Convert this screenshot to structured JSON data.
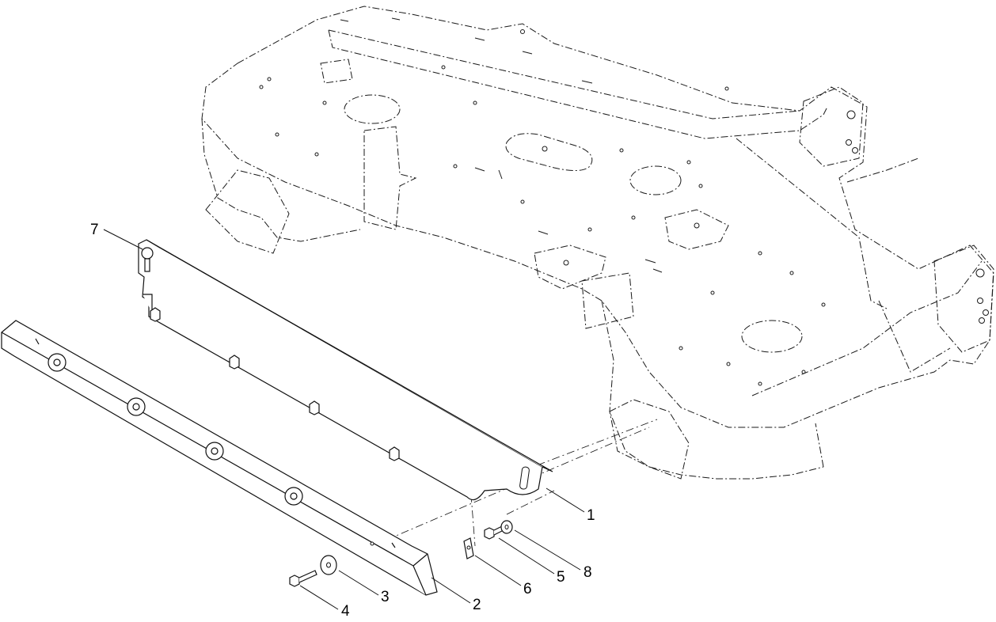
{
  "callouts": [
    {
      "id": "1",
      "part": "baffle-bracket"
    },
    {
      "id": "2",
      "part": "baffle-plate"
    },
    {
      "id": "3",
      "part": "flat-washer"
    },
    {
      "id": "4",
      "part": "bolt"
    },
    {
      "id": "5",
      "part": "bolt"
    },
    {
      "id": "6",
      "part": "clip-nut"
    },
    {
      "id": "7",
      "part": "carriage-bolt"
    },
    {
      "id": "8",
      "part": "washer"
    }
  ],
  "line_color": "#111111",
  "background": "#ffffff"
}
